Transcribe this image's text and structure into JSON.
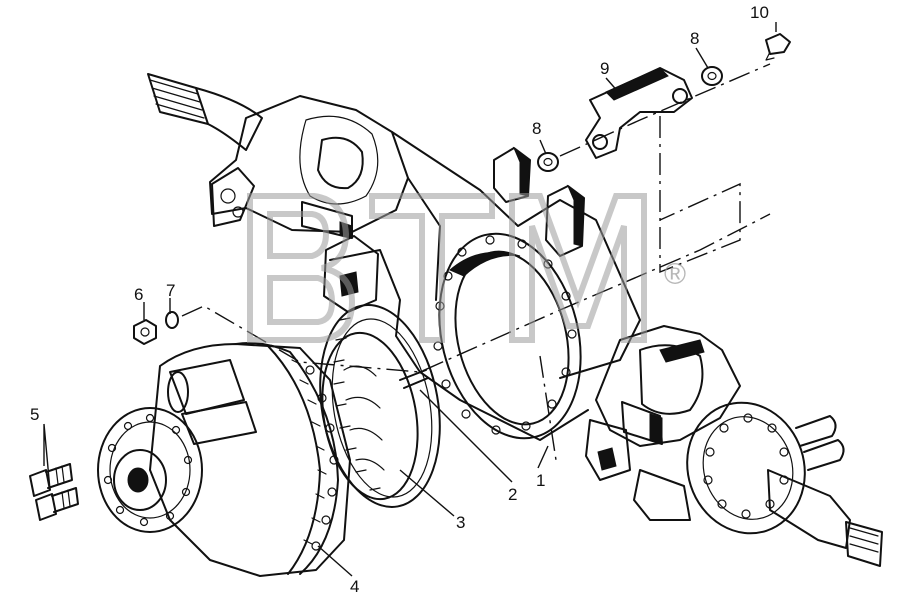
{
  "drawing": {
    "subject": "",
    "parts": [
      {
        "id": "part-1",
        "number": "1"
      },
      {
        "id": "part-2",
        "number": "2"
      },
      {
        "id": "part-3",
        "number": "3"
      },
      {
        "id": "part-4",
        "number": "4"
      },
      {
        "id": "part-5",
        "number": "5"
      },
      {
        "id": "part-6",
        "number": "6"
      },
      {
        "id": "part-7",
        "number": "7"
      },
      {
        "id": "part-8a",
        "number": "8"
      },
      {
        "id": "part-8b",
        "number": "8"
      },
      {
        "id": "part-9",
        "number": "9"
      },
      {
        "id": "part-10",
        "number": "10"
      }
    ]
  },
  "watermark": {
    "text": "BTM",
    "registered_mark": "®",
    "color": "#9a9a9a"
  },
  "colors": {
    "ink": "#111111",
    "background": "#ffffff"
  }
}
